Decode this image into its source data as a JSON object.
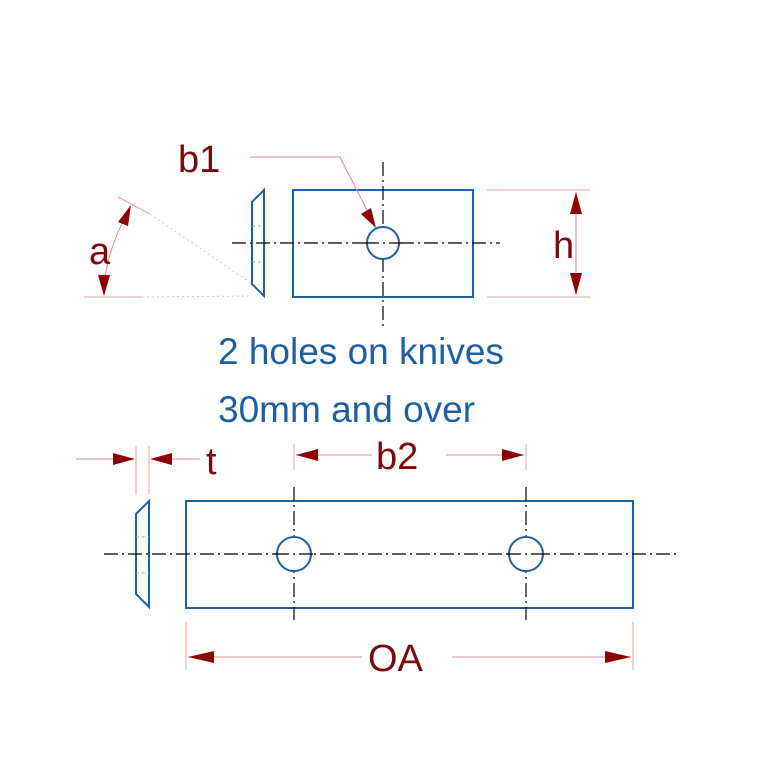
{
  "labels": {
    "b1": "b1",
    "a": "a",
    "h": "h",
    "t": "t",
    "b2": "b2",
    "oa": "OA"
  },
  "note": {
    "line1": "2 holes on knives",
    "line2": "30mm and over"
  },
  "colors": {
    "part_outline": "#1f5f9f",
    "dimension": "#8b0000",
    "note_text": "#1f5f9f"
  }
}
